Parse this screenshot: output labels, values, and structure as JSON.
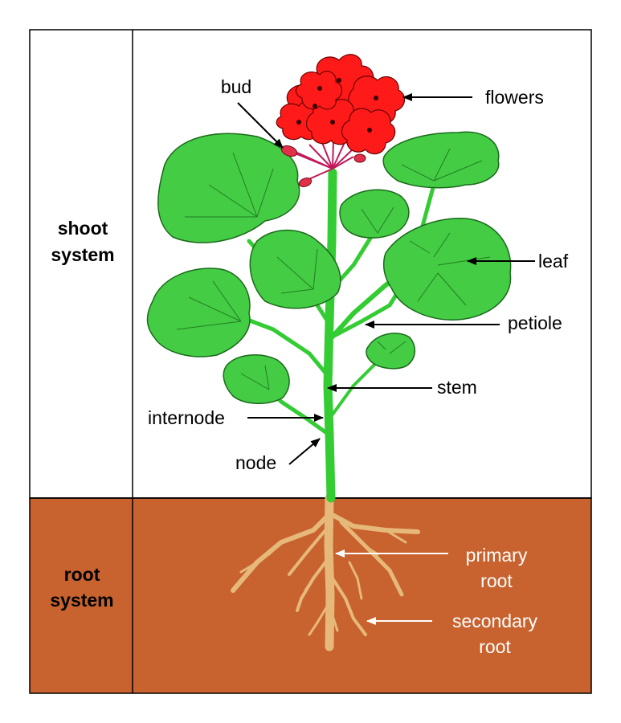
{
  "sections": {
    "shoot": {
      "line1": "shoot",
      "line2": "system"
    },
    "root": {
      "line1": "root",
      "line2": "system"
    }
  },
  "labels": {
    "bud": "bud",
    "flowers": "flowers",
    "leaf": "leaf",
    "petiole": "petiole",
    "stem": "stem",
    "internode": "internode",
    "node": "node",
    "primary_root": {
      "line1": "primary",
      "line2": "root"
    },
    "secondary_root": {
      "line1": "secondary",
      "line2": "root"
    }
  },
  "colors": {
    "soil": "#c8622f",
    "leaf": "#44cc44",
    "stem": "#33cc33",
    "flower": "#ff1a1a",
    "bud": "#e0304a",
    "root": "#e6b97a",
    "label_on_soil": "#ffffff",
    "label_dark": "#000000"
  }
}
